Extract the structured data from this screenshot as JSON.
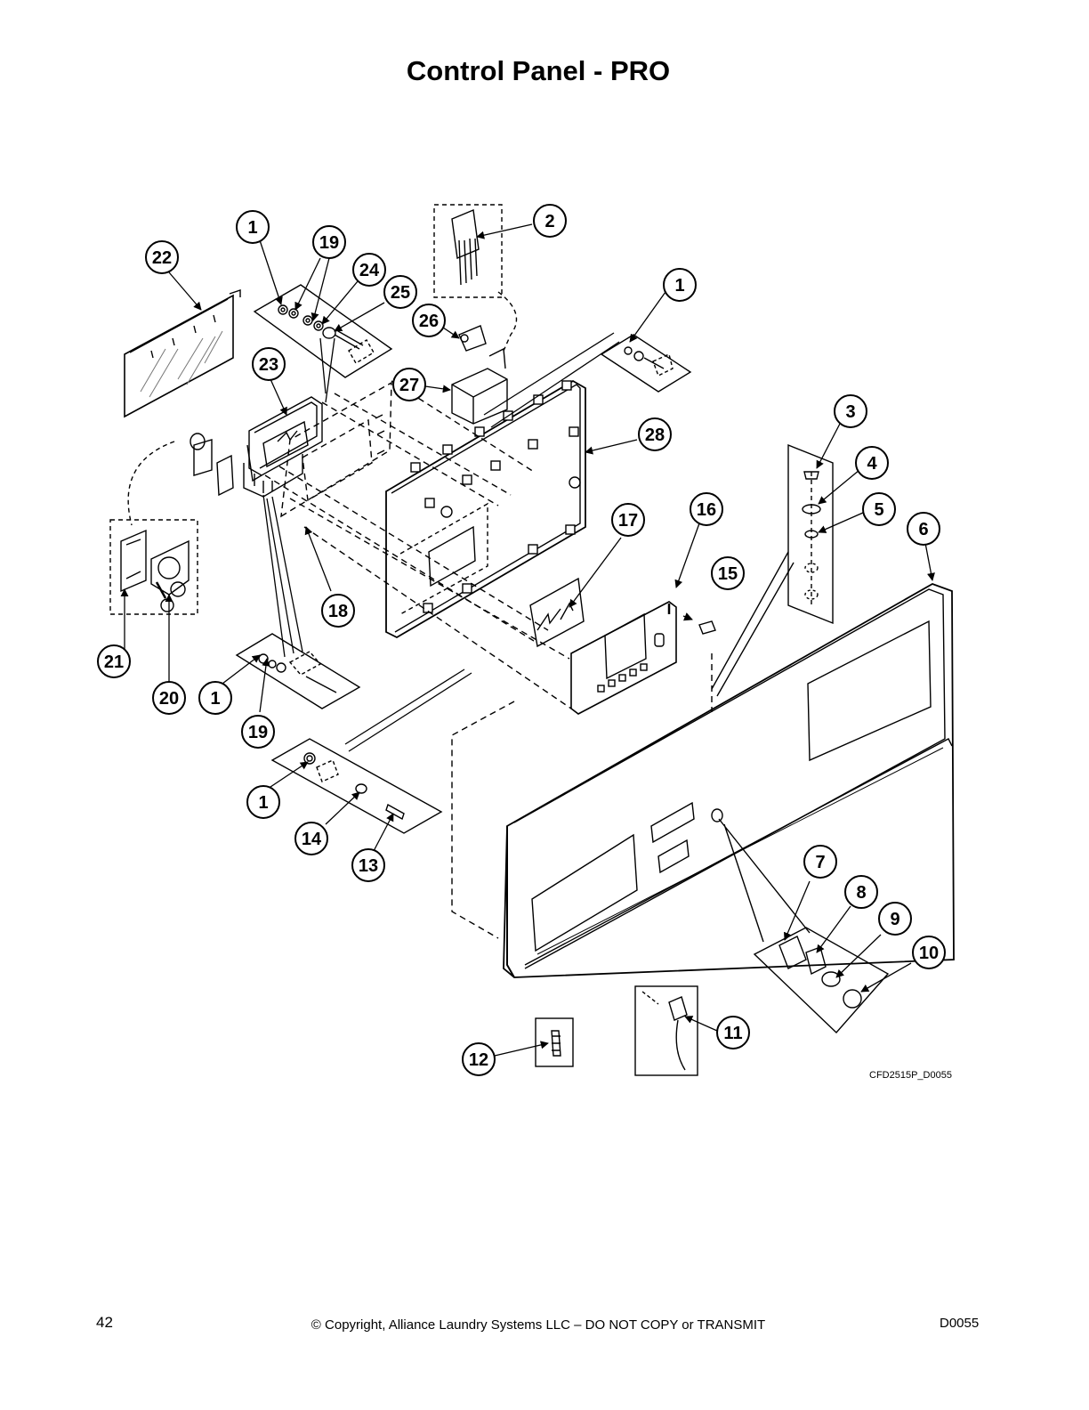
{
  "page": {
    "title": "Control Panel - PRO",
    "drawing_id": "CFD2515P_D0055",
    "page_number": "42",
    "copyright": "© Copyright, Alliance Laundry Systems LLC – DO NOT COPY or TRANSMIT",
    "doc_code": "D0055"
  },
  "callouts": [
    {
      "label": "1"
    },
    {
      "label": "2"
    },
    {
      "label": "19"
    },
    {
      "label": "22"
    },
    {
      "label": "24"
    },
    {
      "label": "25"
    },
    {
      "label": "1"
    },
    {
      "label": "26"
    },
    {
      "label": "27"
    },
    {
      "label": "23"
    },
    {
      "label": "28"
    },
    {
      "label": "3"
    },
    {
      "label": "4"
    },
    {
      "label": "5"
    },
    {
      "label": "6"
    },
    {
      "label": "17"
    },
    {
      "label": "16"
    },
    {
      "label": "15"
    },
    {
      "label": "18"
    },
    {
      "label": "21"
    },
    {
      "label": "20"
    },
    {
      "label": "1"
    },
    {
      "label": "19"
    },
    {
      "label": "1"
    },
    {
      "label": "14"
    },
    {
      "label": "13"
    },
    {
      "label": "7"
    },
    {
      "label": "8"
    },
    {
      "label": "9"
    },
    {
      "label": "10"
    },
    {
      "label": "11"
    },
    {
      "label": "12"
    }
  ],
  "colors": {
    "ink": "#000000",
    "background": "#ffffff",
    "glass": "#777777"
  }
}
